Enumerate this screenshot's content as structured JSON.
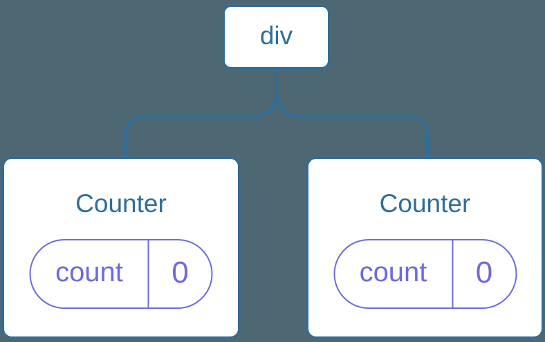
{
  "colors": {
    "background": "#4D6872",
    "node-blue": "#2F6D9B",
    "state-purple": "#6C6ADF",
    "node-bg": "#FFFFFF"
  },
  "tree": {
    "root": {
      "label": "div"
    },
    "children": [
      {
        "title": "Counter",
        "state": {
          "key": "count",
          "value": "0"
        }
      },
      {
        "title": "Counter",
        "state": {
          "key": "count",
          "value": "0"
        }
      }
    ]
  }
}
